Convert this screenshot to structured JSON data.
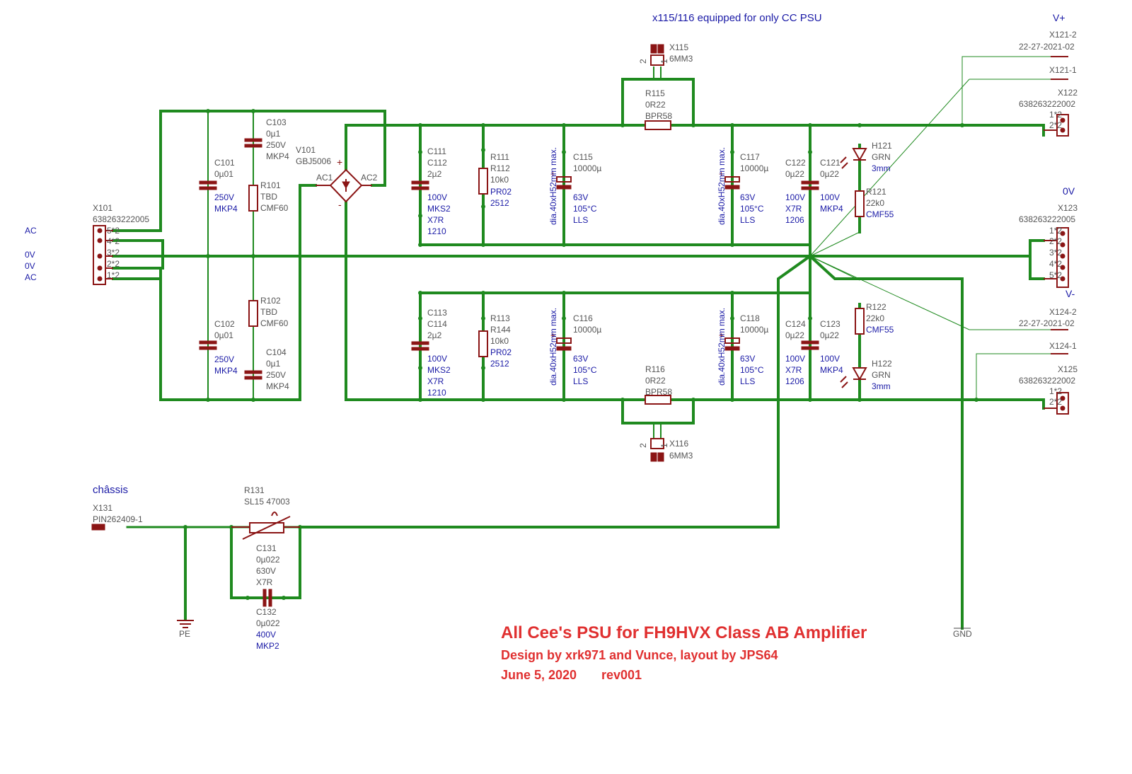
{
  "note": "x115/116 equipped for only CC PSU",
  "nets": {
    "vplus": "V+",
    "zero": "0V",
    "vminus": "V-",
    "ac_top": "AC",
    "ov1": "0V",
    "ov2": "0V",
    "ac_bot": "AC",
    "chassis": "châssis",
    "pe": "PE",
    "gnd": "GND"
  },
  "title": {
    "line1": "All Cee's PSU for FH9HVX Class AB Amplifier",
    "line2": "Design by xrk971 and Vunce, layout by JPS64",
    "date": "June 5, 2020",
    "rev": "rev001"
  },
  "x101": {
    "name": "X101",
    "part": "638263222005",
    "pins": [
      "5*2",
      "4*2",
      "3*2",
      "2*2",
      "1*2"
    ]
  },
  "x121_2": {
    "name": "X121-2",
    "part": "22-27-2021-02"
  },
  "x121_1": {
    "name": "X121-1"
  },
  "x122": {
    "name": "X122",
    "part": "638263222002",
    "pins": [
      "1*2",
      "2*2"
    ]
  },
  "x123": {
    "name": "X123",
    "part": "638263222005",
    "pins": [
      "1*2",
      "2*2",
      "3*2",
      "4*2",
      "5*2"
    ]
  },
  "x124_2": {
    "name": "X124-2",
    "part": "22-27-2021-02"
  },
  "x124_1": {
    "name": "X124-1"
  },
  "x125": {
    "name": "X125",
    "part": "638263222002",
    "pins": [
      "1*2",
      "2*2"
    ]
  },
  "x115": {
    "name": "X115",
    "part": "6MM3",
    "p2": "2",
    "p1": "1"
  },
  "x116": {
    "name": "X116",
    "part": "6MM3",
    "p2": "2",
    "p1": "1"
  },
  "x131": {
    "name": "X131",
    "part": "PIN262409-1"
  },
  "c101": {
    "name": "C101",
    "v1": "0µ01",
    "v2": "250V",
    "v3": "MKP4"
  },
  "c102": {
    "name": "C102",
    "v1": "0µ01",
    "v2": "250V",
    "v3": "MKP4"
  },
  "c103": {
    "name": "C103",
    "v1": "0µ1",
    "v2": "250V",
    "v3": "MKP4"
  },
  "c104": {
    "name": "C104",
    "v1": "0µ1",
    "v2": "250V",
    "v3": "MKP4"
  },
  "r101": {
    "name": "R101",
    "v1": "TBD",
    "v2": "CMF60"
  },
  "r102": {
    "name": "R102",
    "v1": "TBD",
    "v2": "CMF60"
  },
  "v101": {
    "name": "V101",
    "part": "GBJ5006",
    "ac1": "AC1",
    "ac2": "AC2",
    "plus": "+",
    "minus": "-"
  },
  "c111": {
    "name": "C111",
    "name2": "C112",
    "v1": "2µ2",
    "v2": "100V",
    "v3": "MKS2",
    "v4": "X7R",
    "v5": "1210"
  },
  "c113": {
    "name": "C113",
    "name2": "C114",
    "v1": "2µ2",
    "v2": "100V",
    "v3": "MKS2",
    "v4": "X7R",
    "v5": "1210"
  },
  "r111": {
    "name": "R111",
    "name2": "R112",
    "v1": "10k0",
    "v2": "PR02",
    "v3": "2512"
  },
  "r113": {
    "name": "R113",
    "name2": "R144",
    "v1": "10k0",
    "v2": "PR02",
    "v3": "2512"
  },
  "c115": {
    "name": "C115",
    "v1": "10000µ",
    "v2": "63V",
    "v3": "105°C",
    "v4": "LLS",
    "dim": "dia.40xH52mm max."
  },
  "c116": {
    "name": "C116",
    "v1": "10000µ",
    "v2": "63V",
    "v3": "105°C",
    "v4": "LLS",
    "dim": "dia.40xH52mm max."
  },
  "c117": {
    "name": "C117",
    "v1": "10000µ",
    "v2": "63V",
    "v3": "105°C",
    "v4": "LLS",
    "dim": "dia.40xH52mm max."
  },
  "c118": {
    "name": "C118",
    "v1": "10000µ",
    "v2": "63V",
    "v3": "105°C",
    "v4": "LLS",
    "dim": "dia.40xH52mm max."
  },
  "r115": {
    "name": "R115",
    "v1": "0R22",
    "v2": "BPR58"
  },
  "r116": {
    "name": "R116",
    "v1": "0R22",
    "v2": "BPR58"
  },
  "c122": {
    "name": "C122",
    "v1": "0µ22",
    "v2": "100V",
    "v3": "X7R",
    "v4": "1206"
  },
  "c124": {
    "name": "C124",
    "v1": "0µ22",
    "v2": "100V",
    "v3": "X7R",
    "v4": "1206"
  },
  "c121": {
    "name": "C121",
    "v1": "0µ22",
    "v2": "100V",
    "v3": "MKP4"
  },
  "c123": {
    "name": "C123",
    "v1": "0µ22",
    "v2": "100V",
    "v3": "MKP4"
  },
  "h121": {
    "name": "H121",
    "v1": "GRN",
    "v2": "3mm"
  },
  "h122": {
    "name": "H122",
    "v1": "GRN",
    "v2": "3mm"
  },
  "r121": {
    "name": "R121",
    "v1": "22k0",
    "v2": "CMF55"
  },
  "r122": {
    "name": "R122",
    "v1": "22k0",
    "v2": "CMF55"
  },
  "r131": {
    "name": "R131",
    "part": "SL15 47003"
  },
  "c131": {
    "name": "C131",
    "v1": "0µ022",
    "v2": "630V",
    "v3": "X7R"
  },
  "c132": {
    "name": "C132",
    "v1": "0µ022",
    "v2": "400V",
    "v3": "MKP2"
  }
}
